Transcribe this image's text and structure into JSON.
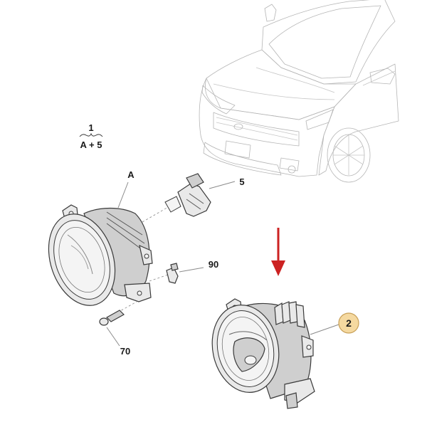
{
  "callouts": {
    "assembly_number": "1",
    "assembly_formula": "A + 5",
    "housing": "A",
    "bulb": "5",
    "clip": "90",
    "screw": "70",
    "replacement_lamp": "2"
  },
  "colors": {
    "arrow": "#cc2222",
    "badge_fill": "#f5d9a0",
    "badge_stroke": "#c8a058",
    "car_line": "#b5b5b5"
  },
  "icons": {
    "indicator": "arrow-down-icon"
  }
}
